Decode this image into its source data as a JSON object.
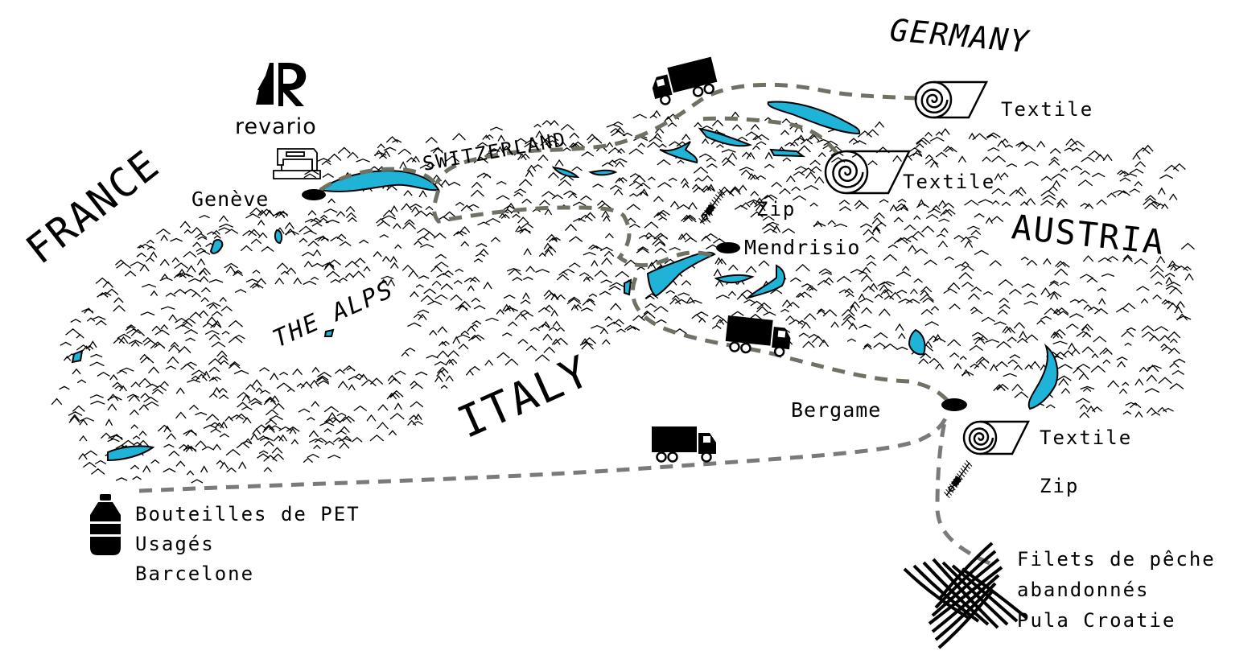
{
  "brand": {
    "name": "revario",
    "icon": "revario-logo-icon"
  },
  "countries": {
    "france": "FRANCE",
    "germany": "GERMANY",
    "switzerland": "SWITZERLAND",
    "austria": "AUSTRIA",
    "italy": "ITALY",
    "alps": "THE ALPS"
  },
  "places": {
    "geneve": "Genève",
    "mendrisio": "Mendrisio",
    "bergame": "Bergame"
  },
  "materials": {
    "textile_germany": "Textile",
    "textile_switzerland": "Textile",
    "zip_switzerland": "Zip",
    "textile_italy": "Textile",
    "zip_italy": "Zip",
    "pet": [
      "Bouteilles de PET",
      "Usagés",
      "Barcelone"
    ],
    "nets": [
      "Filets de pêche",
      "abandonnés",
      "Pula Croatie"
    ]
  },
  "icons": {
    "sewing_machine": "sewing-machine-icon",
    "truck": "truck-icon",
    "fabric_roll": "fabric-roll-icon",
    "zipper": "zipper-icon",
    "bottle": "bottle-icon",
    "net": "fishing-net-icon"
  },
  "colors": {
    "route_main": "#6e7163",
    "route_italy": "#7a7a7a",
    "lake": "#1fb3d8",
    "ink": "#000000"
  }
}
